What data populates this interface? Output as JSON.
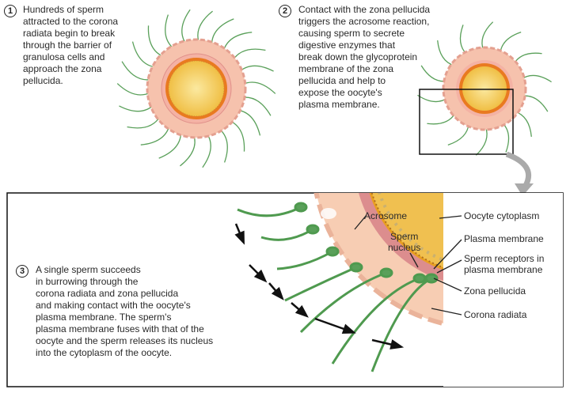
{
  "steps": [
    {
      "number": "1",
      "text": "Hundreds of sperm\nattracted to the corona\nradiata begin to break\nthrough the barrier of\ngranulosa cells and\napproach the zona\npellucida."
    },
    {
      "number": "2",
      "text": "Contact with the zona pellucida\ntriggers the acrosome reaction,\ncausing sperm to secrete\ndigestive enzymes that\nbreak down the glycoprotein\nmembrane of the zona\npellucida and help to\nexpose the oocyte's\nplasma membrane."
    },
    {
      "number": "3",
      "text": "A single sperm succeeds\nin burrowing through the\ncorona radiata and zona pellucida\nand making contact with the oocyte's\nplasma membrane. The sperm's\nplasma membrane fuses with that of the\noocyte and the sperm releases its nucleus\ninto the cytoplasm of the oocyte."
    }
  ],
  "labels": {
    "acrosome": "Acrosome",
    "sperm_nucleus": "Sperm\nnucleus",
    "oocyte_cytoplasm": "Oocyte cytoplasm",
    "plasma_membrane": "Plasma membrane",
    "sperm_receptors": "Sperm receptors in\nplasma membrane",
    "zona_pellucida": "Zona pellucida",
    "corona_radiata": "Corona radiata"
  },
  "colors": {
    "cytoplasm": "#f3c95a",
    "zona": "#d9868a",
    "corona": "#f7c9b0",
    "sperm": "#5aa05a",
    "membrane": "#e07a20"
  }
}
